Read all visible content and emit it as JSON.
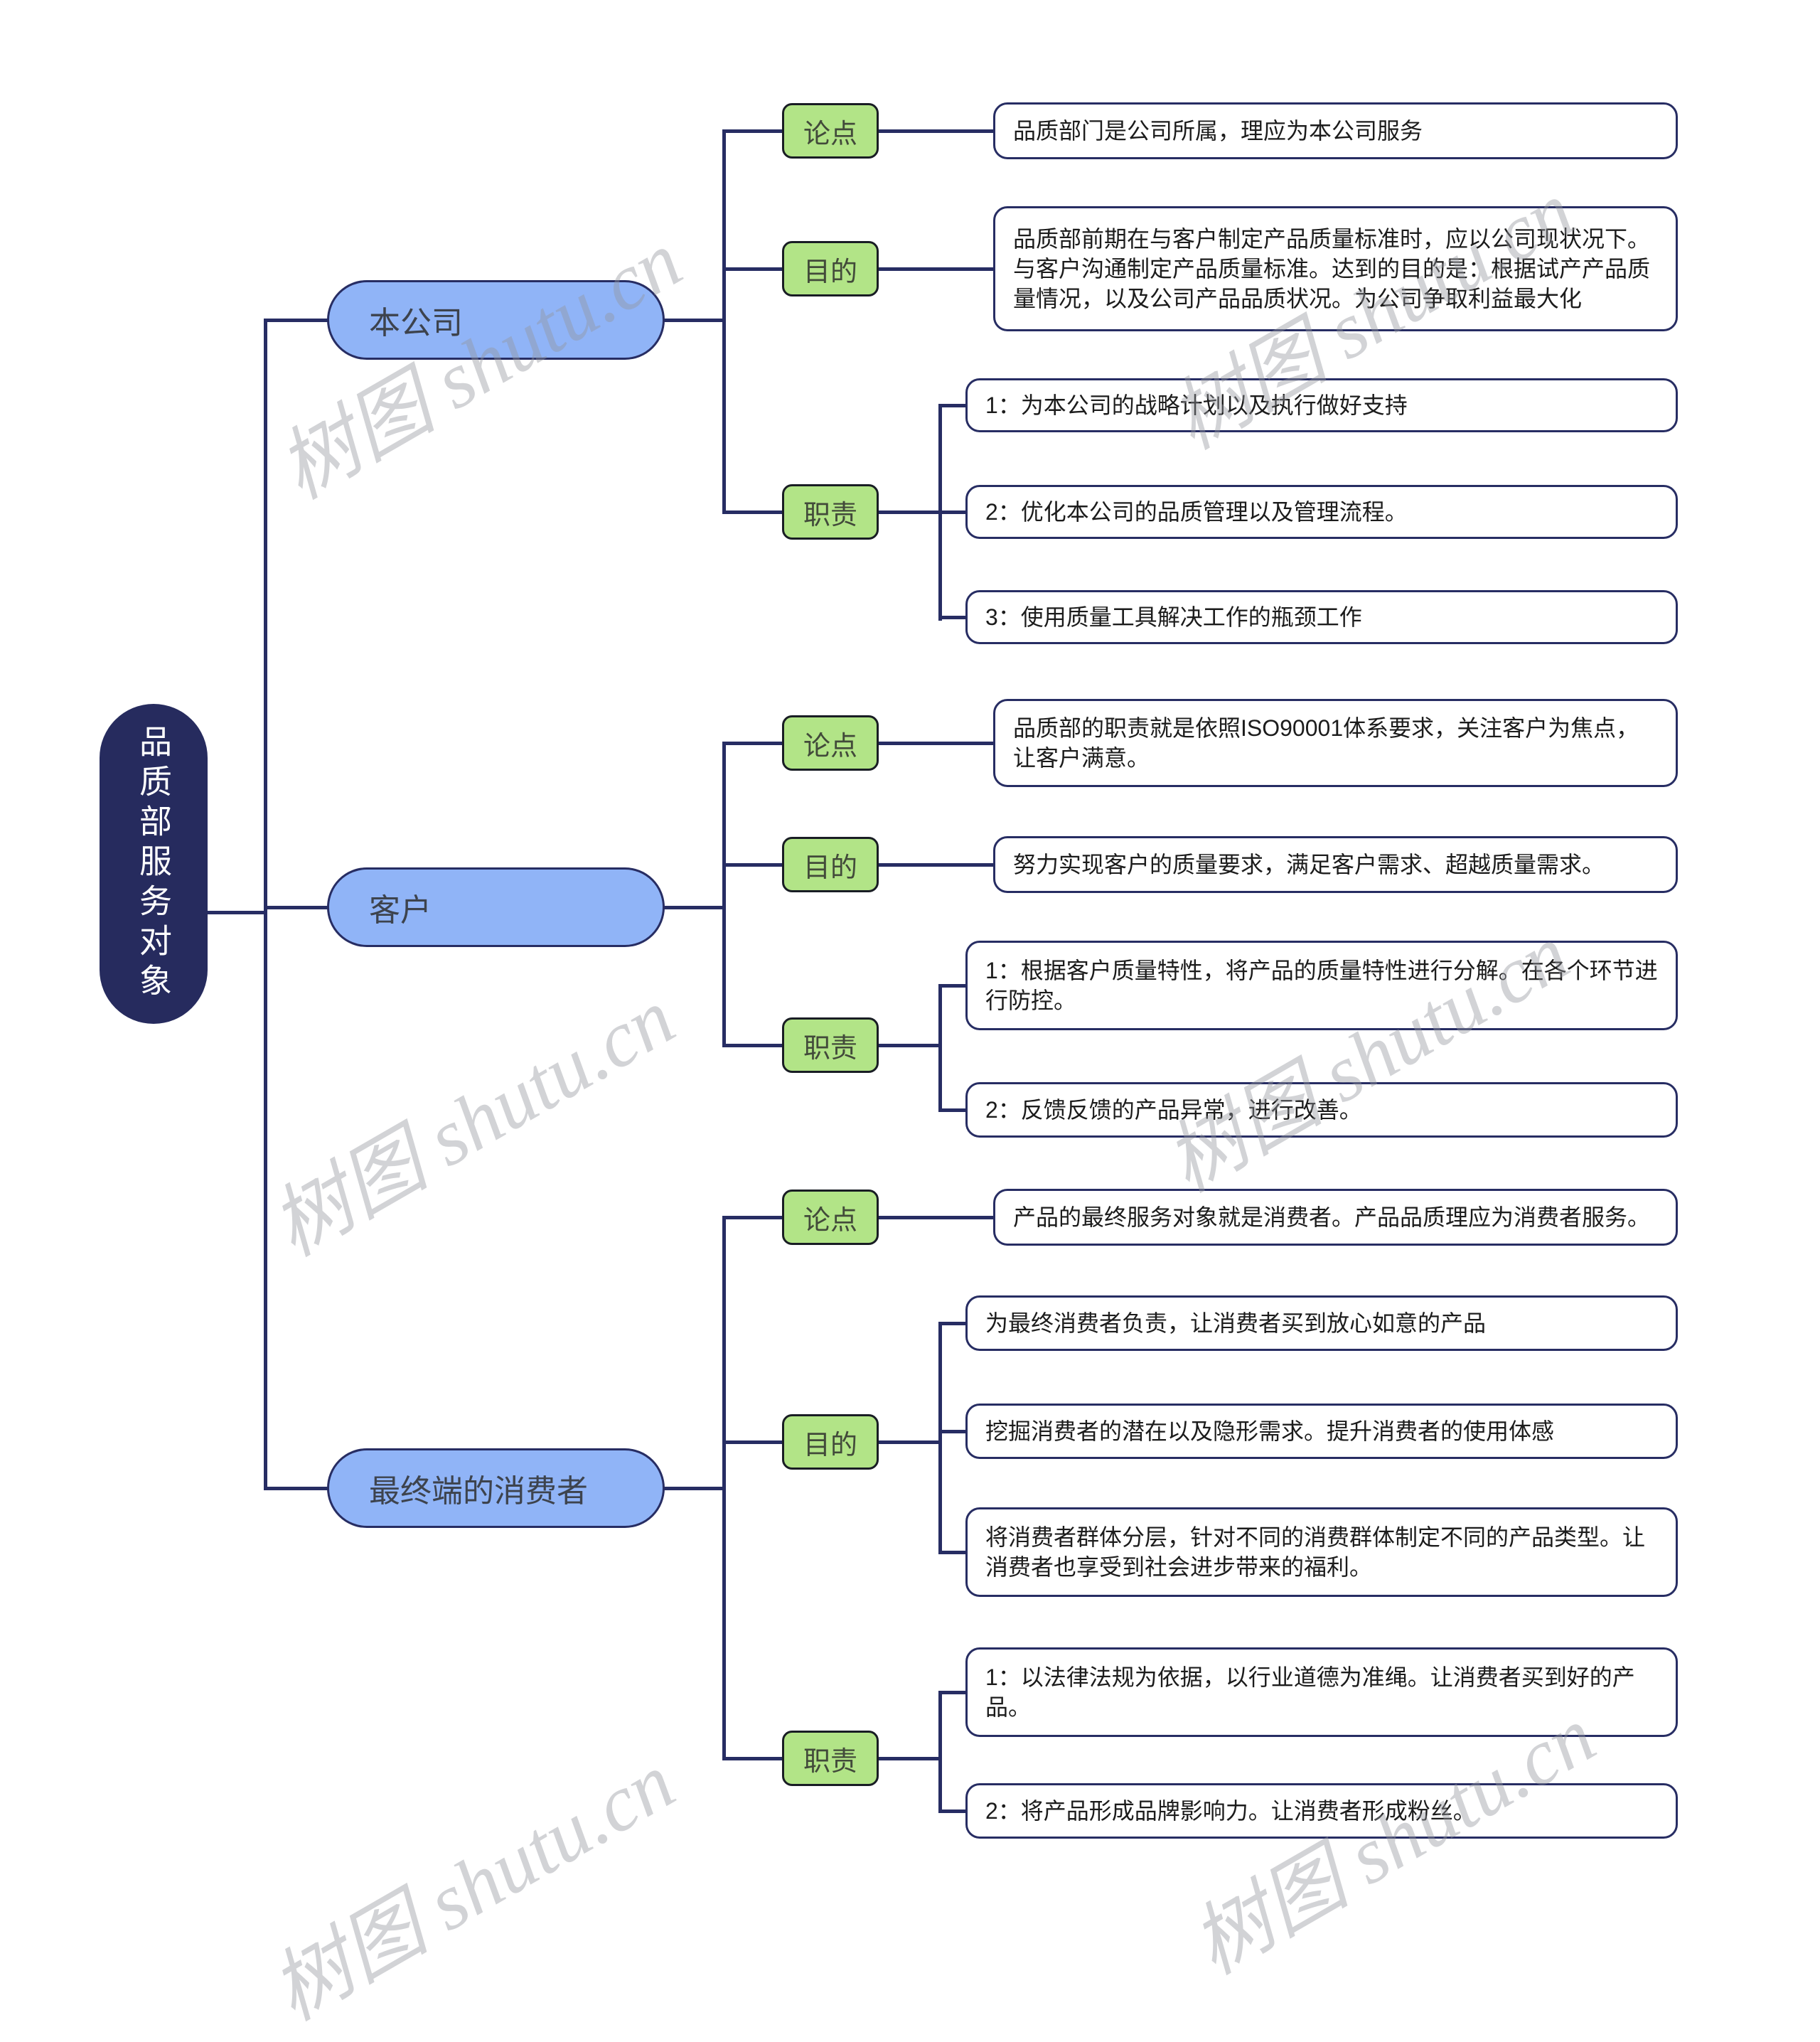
{
  "watermark": {
    "text": "树图 shutu.cn"
  },
  "root": {
    "label": "品质部服务对象"
  },
  "branches": [
    {
      "label": "本公司",
      "groups": [
        {
          "label": "论点",
          "items": [
            "品质部门是公司所属，理应为本公司服务"
          ]
        },
        {
          "label": "目的",
          "items": [
            "品质部前期在与客户制定产品质量标准时，应以公司现状况下。与客户沟通制定产品质量标准。达到的目的是：根据试产产品质量情况，以及公司产品品质状况。为公司争取利益最大化"
          ]
        },
        {
          "label": "职责",
          "items": [
            "1：为本公司的战略计划以及执行做好支持",
            "2：优化本公司的品质管理以及管理流程。",
            "3：使用质量工具解决工作的瓶颈工作"
          ]
        }
      ]
    },
    {
      "label": "客户",
      "groups": [
        {
          "label": "论点",
          "items": [
            "品质部的职责就是依照ISO90001体系要求，关注客户为焦点，让客户满意。"
          ]
        },
        {
          "label": "目的",
          "items": [
            "努力实现客户的质量要求，满足客户需求、超越质量需求。"
          ]
        },
        {
          "label": "职责",
          "items": [
            "1：根据客户质量特性，将产品的质量特性进行分解。在各个环节进行防控。",
            "2：反馈反馈的产品异常，进行改善。"
          ]
        }
      ]
    },
    {
      "label": "最终端的消费者",
      "groups": [
        {
          "label": "论点",
          "items": [
            "产品的最终服务对象就是消费者。产品品质理应为消费者服务。"
          ]
        },
        {
          "label": "目的",
          "items": [
            "为最终消费者负责，让消费者买到放心如意的产品",
            "挖掘消费者的潜在以及隐形需求。提升消费者的使用体感",
            "将消费者群体分层，针对不同的消费群体制定不同的产品类型。让消费者也享受到社会进步带来的福利。"
          ]
        },
        {
          "label": "职责",
          "items": [
            "1：以法律法规为依据，以行业道德为准绳。让消费者买到好的产品。",
            "2：将产品形成品牌影响力。让消费者形成粉丝。"
          ]
        }
      ]
    }
  ],
  "colors": {
    "line": "#272d63",
    "root_fill": "#262b5e",
    "branch_fill": "#90b4f7",
    "tag_fill": "#b2e487",
    "tag_border": "#191d24",
    "box_border": "#272d63",
    "watermark": "#93969e"
  }
}
